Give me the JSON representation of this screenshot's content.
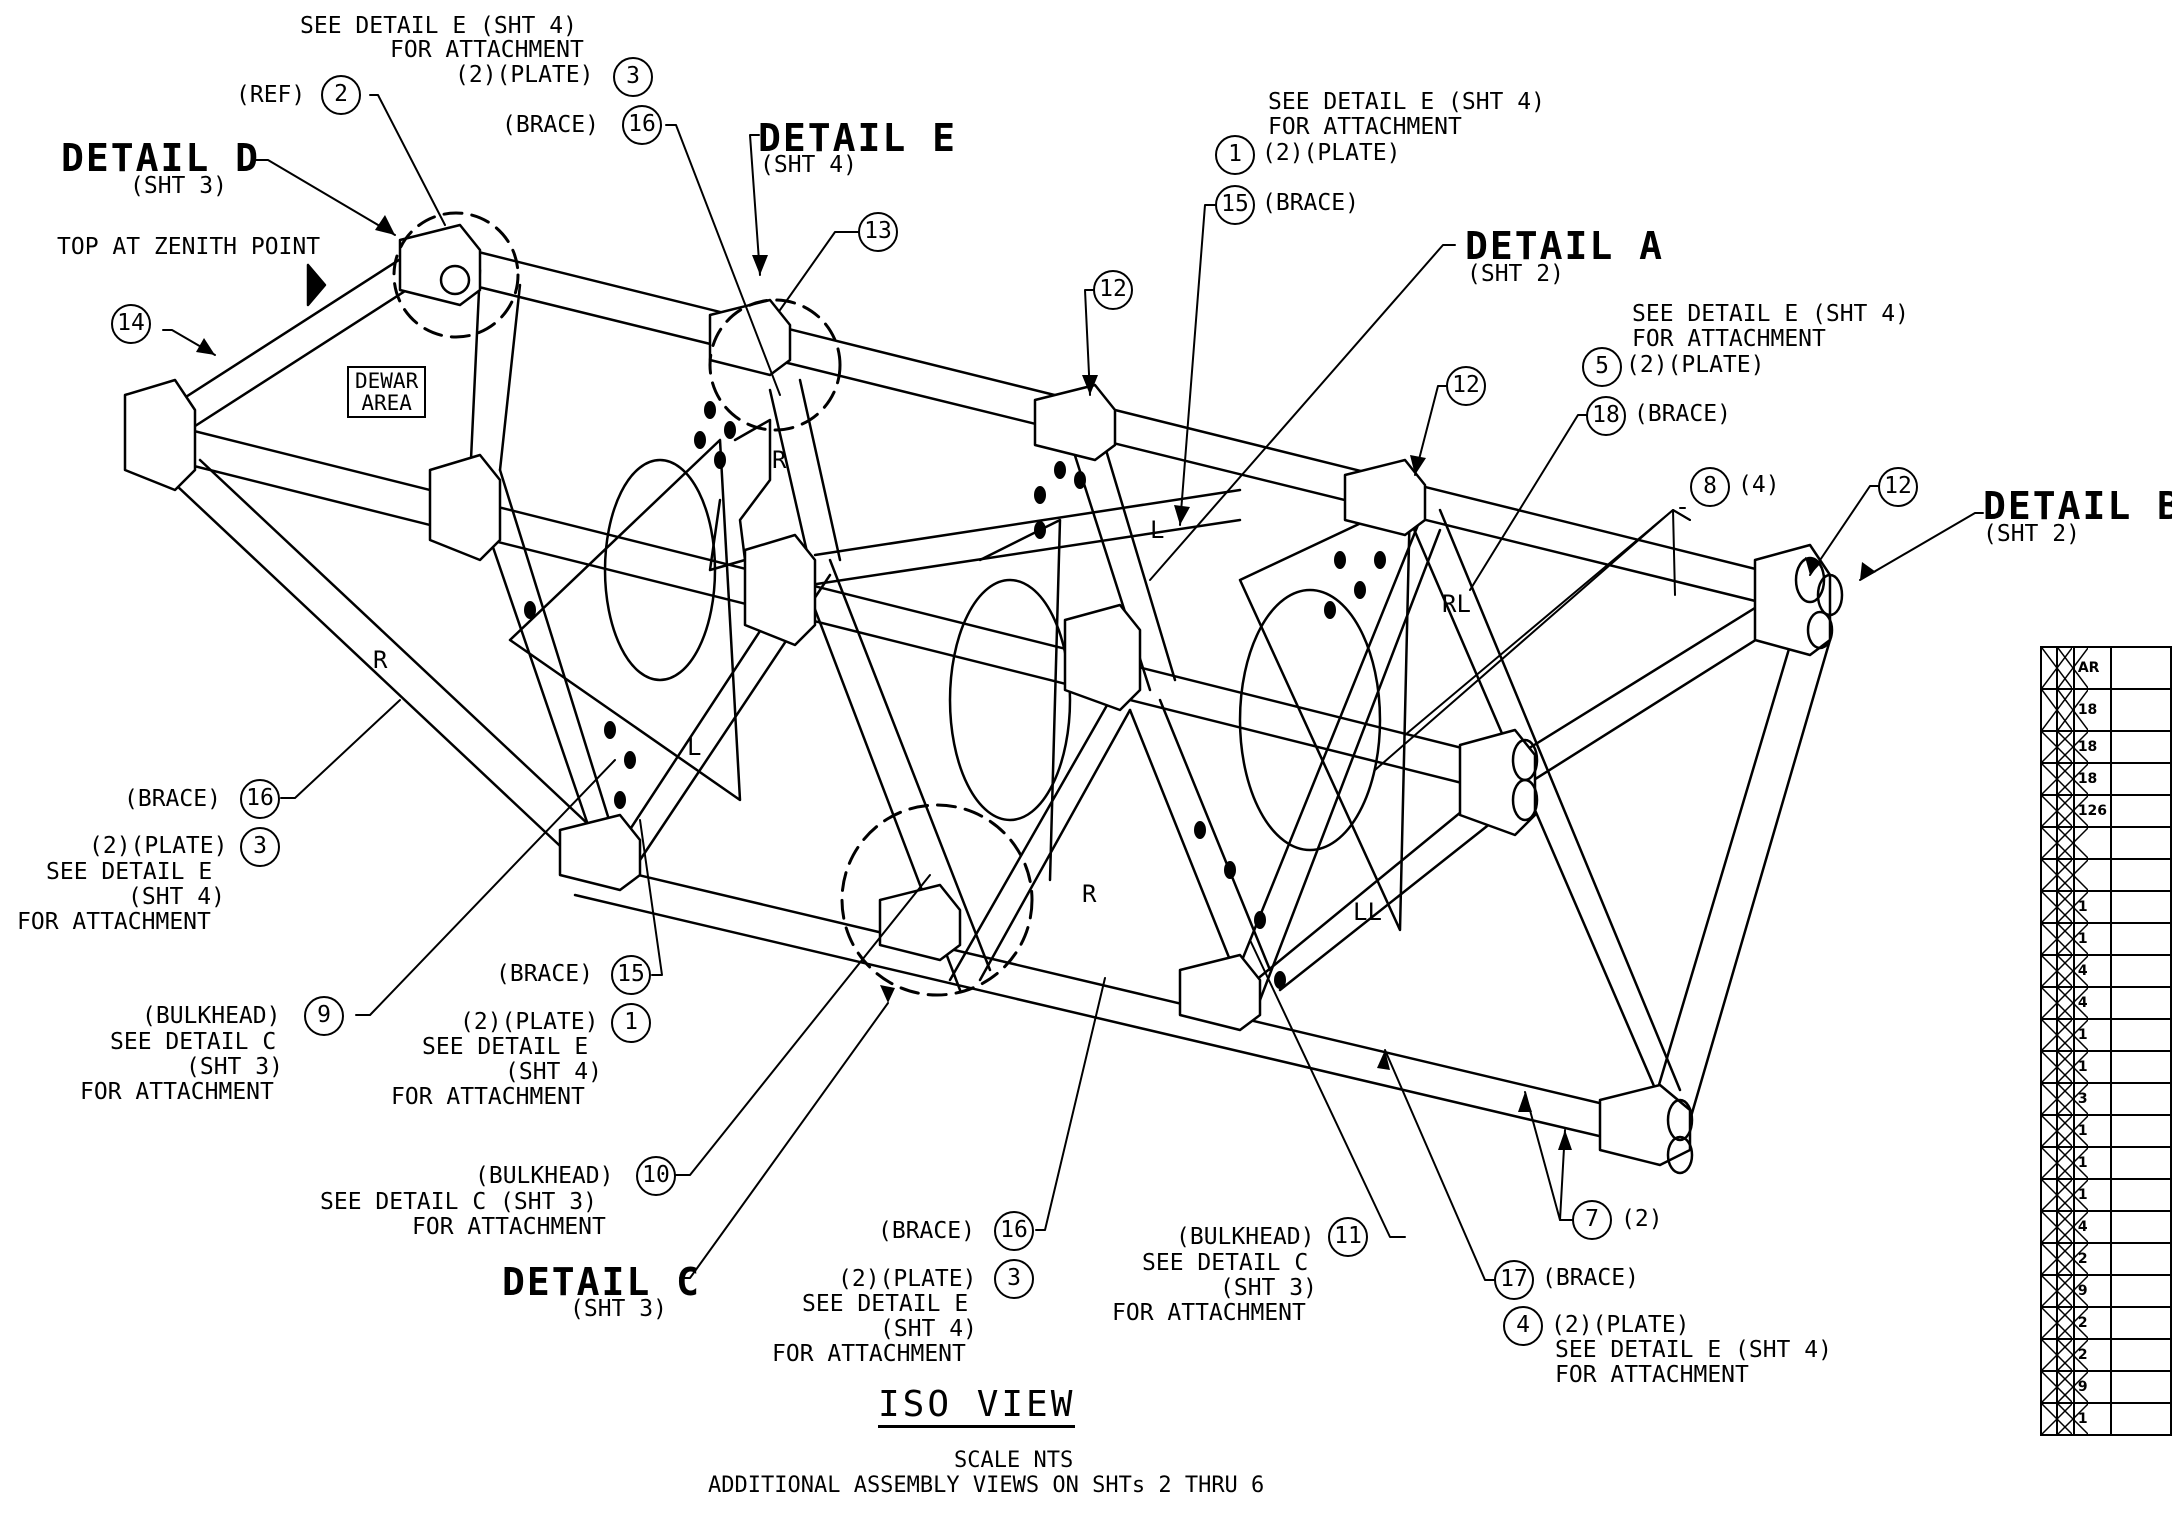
{
  "title": {
    "main": "ISO VIEW",
    "scale": "SCALE NTS",
    "note": "ADDITIONAL ASSEMBLY VIEWS ON SHTs 2 THRU 6"
  },
  "details": {
    "d": {
      "name": "DETAIL D",
      "sheet": "(SHT 3)"
    },
    "e": {
      "name": "DETAIL E",
      "sheet": "(SHT 4)"
    },
    "a": {
      "name": "DETAIL A",
      "sheet": "(SHT 2)"
    },
    "b": {
      "name": "DETAIL B",
      "sheet": "(SHT 2)"
    },
    "c": {
      "name": "DETAIL C",
      "sheet": "(SHT 3)"
    }
  },
  "notes": {
    "top_zenith": "TOP AT ZENITH POINT",
    "dewar_area": [
      "DEWAR",
      "AREA"
    ],
    "see_e_sht4": "SEE DETAIL E (SHT 4)",
    "for_attachment": "FOR ATTACHMENT",
    "see_detail_e": "SEE DETAIL E",
    "sht4": "(SHT 4)",
    "see_detail_c": "SEE DETAIL C",
    "sht3": "(SHT 3)",
    "see_c_sht3": "SEE DETAIL C (SHT 3)",
    "two_plate": "(2)(PLATE)",
    "plate_2": "(2)(PLATE)",
    "brace": "(BRACE)",
    "ref": "(REF)",
    "bulkhead": "(BULKHEAD)",
    "qty4": "(4)",
    "qty2": "(2)"
  },
  "bubbles": {
    "b1": "1",
    "b2": "2",
    "b3": "3",
    "b4": "4",
    "b5": "5",
    "b7": "7",
    "b8": "8",
    "b9": "9",
    "b10": "10",
    "b11": "11",
    "b12": "12",
    "b13": "13",
    "b14": "14",
    "b15": "15",
    "b16": "16",
    "b17": "17",
    "b18": "18"
  },
  "member_marks": {
    "r": "R",
    "l": "L",
    "rl": "RL",
    "ll": "LL"
  },
  "bom": {
    "header": "AR",
    "quantities": [
      "",
      "18",
      "18",
      "18",
      "126",
      "",
      "",
      "1",
      "1",
      "4",
      "4",
      "1",
      "1",
      "3",
      "1",
      "1",
      "1",
      "4",
      "2",
      "9",
      "2",
      "2",
      "9",
      "1"
    ]
  },
  "colors": {
    "ink": "#000000",
    "paper": "#ffffff"
  }
}
